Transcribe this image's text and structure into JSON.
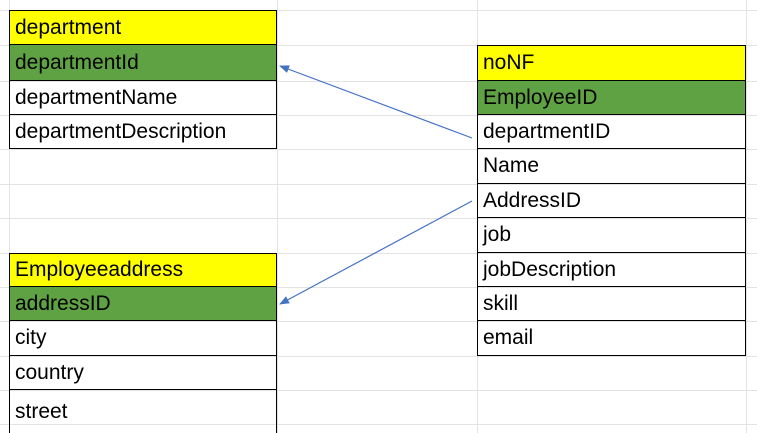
{
  "colors": {
    "header_fill": "#ffff00",
    "key_fill": "#5fa244",
    "plain_fill": "#ffffff",
    "arrow": "#4472c4",
    "border": "#000000"
  },
  "tables": {
    "department": {
      "title": "department",
      "rows": [
        "departmentId",
        "departmentName",
        "departmentDescription"
      ]
    },
    "employeeaddress": {
      "title": "Employeeaddress",
      "rows": [
        "addressID",
        "city",
        "country",
        "street"
      ]
    },
    "nonf": {
      "title": "noNF",
      "rows": [
        "EmployeeID",
        "departmentID",
        "Name",
        "AddressID",
        "job",
        "jobDescription",
        "skill",
        "email"
      ]
    }
  },
  "relationships": [
    {
      "from": "noNF.departmentID",
      "to": "department.departmentId"
    },
    {
      "from": "noNF.AddressID",
      "to": "Employeeaddress.addressID"
    }
  ]
}
